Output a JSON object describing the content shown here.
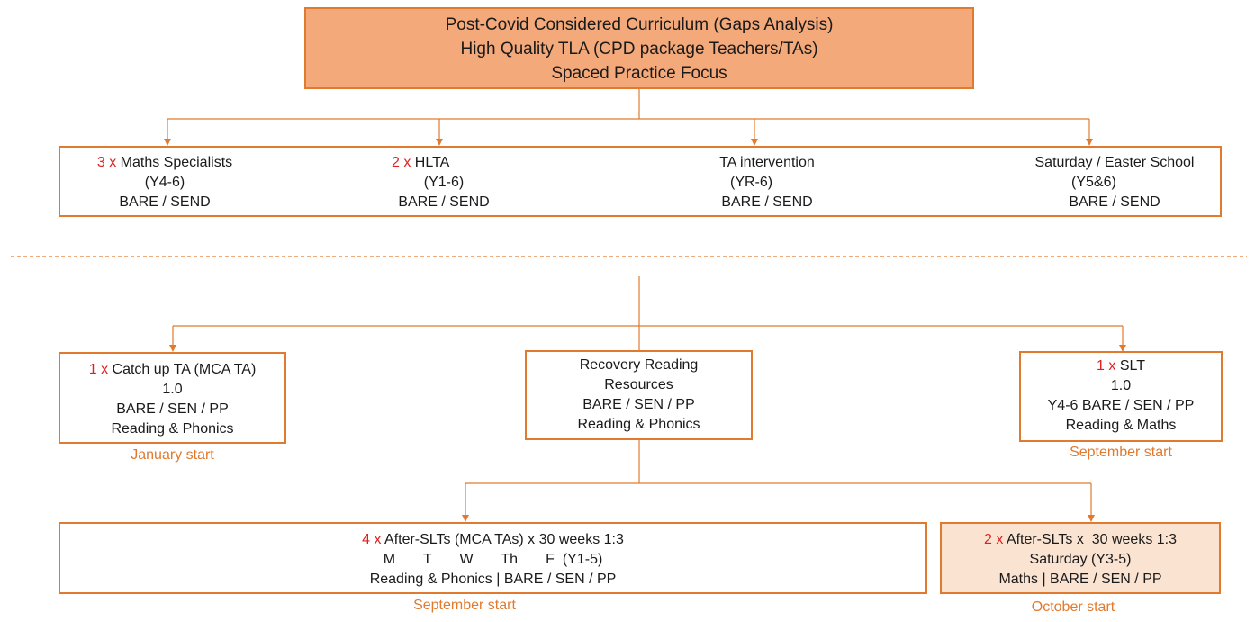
{
  "top": {
    "lines": [
      "Post-Covid Considered Curriculum (Gaps Analysis)",
      "High Quality TLA (CPD package Teachers/TAs)",
      "Spaced Practice Focus"
    ]
  },
  "row1": [
    {
      "count": "3 x",
      "title": "Maths Specialists",
      "years": "(Y4-6)",
      "groups": "BARE / SEND"
    },
    {
      "count": "2 x",
      "title": "HLTA",
      "years": "(Y1-6)",
      "groups": "BARE / SEND"
    },
    {
      "count": "",
      "title": "TA intervention",
      "years": "(YR-6)",
      "groups": "BARE / SEND"
    },
    {
      "count": "",
      "title": "Saturday / Easter School",
      "years": "(Y5&6)",
      "groups": "BARE / SEND"
    }
  ],
  "catchup": {
    "count": "1 x",
    "title": "Catch up TA (MCA TA)",
    "fte": "1.0",
    "groups": "BARE / SEN / PP",
    "focus": "Reading & Phonics",
    "start": "January start"
  },
  "recovery": {
    "line1": "Recovery Reading",
    "line2": "Resources",
    "groups": "BARE / SEN / PP",
    "focus": "Reading & Phonics"
  },
  "slt": {
    "count": "1 x",
    "title": "SLT",
    "fte": "1.0",
    "groups": "Y4-6 BARE / SEN / PP",
    "focus": "Reading & Maths",
    "start": "September start"
  },
  "after_slts": {
    "count": "4 x",
    "title": "After-SLTs (MCA TAs) x 30 weeks 1:3",
    "days": "M       T       W       Th       F  (Y1-5)",
    "focus": "Reading & Phonics | BARE / SEN / PP",
    "start": "September start"
  },
  "saturday_slts": {
    "count": "2 x",
    "title": "After-SLTs x  30 weeks 1:3",
    "days": "Saturday (Y3-5)",
    "focus": "Maths | BARE / SEN / PP",
    "start": "October start"
  },
  "colors": {
    "accent": "#e07a2e",
    "top_fill": "#f4a97a",
    "peach_fill": "#fbe3d2",
    "count_red": "#e02020"
  }
}
